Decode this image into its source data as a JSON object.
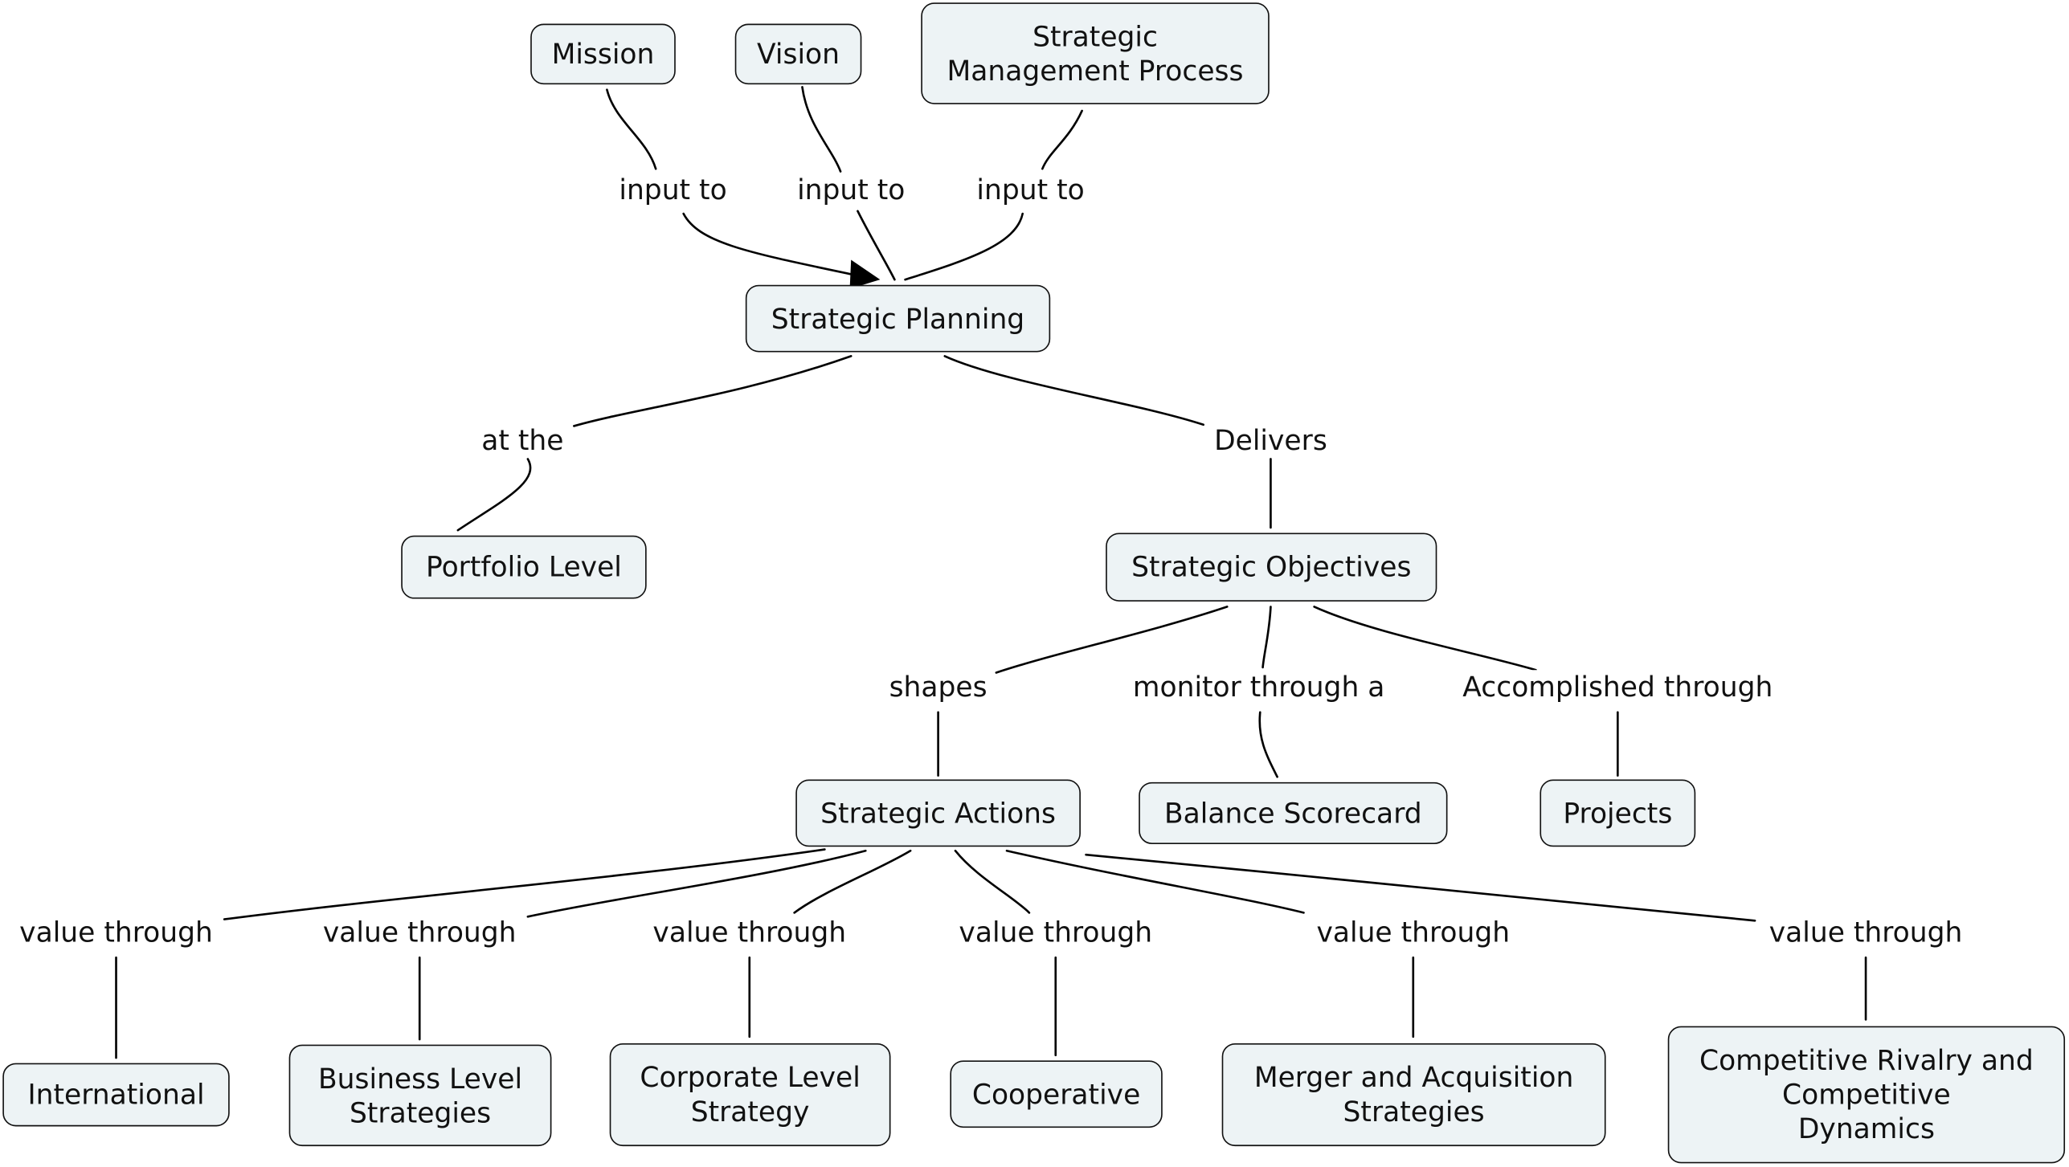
{
  "concept_map": {
    "nodes": {
      "mission": "Mission",
      "vision": "Vision",
      "strategic_management_process": "Strategic\nManagement Process",
      "strategic_planning": "Strategic Planning",
      "portfolio_level": "Portfolio Level",
      "strategic_objectives": "Strategic Objectives",
      "strategic_actions": "Strategic Actions",
      "balance_scorecard": "Balance Scorecard",
      "projects": "Projects",
      "international": "International",
      "business_level_strategies": "Business Level\nStrategies",
      "corporate_level_strategy": "Corporate Level\nStrategy",
      "cooperative": "Cooperative",
      "merger_and_acquisition_strategies": "Merger and Acquisition\nStrategies",
      "competitive_rivalry": "Competitive Rivalry and\nCompetitive\nDynamics"
    },
    "links": {
      "mission_input": "input to",
      "vision_input": "input to",
      "smp_input": "input to",
      "at_the": "at the",
      "delivers": "Delivers",
      "shapes": "shapes",
      "monitor_through": "monitor through a",
      "accomplished_through": "Accomplished through",
      "value_international": "value through",
      "value_business": "value through",
      "value_corporate": "value through",
      "value_cooperative": "value through",
      "value_merger": "value through",
      "value_competitive": "value through"
    }
  }
}
